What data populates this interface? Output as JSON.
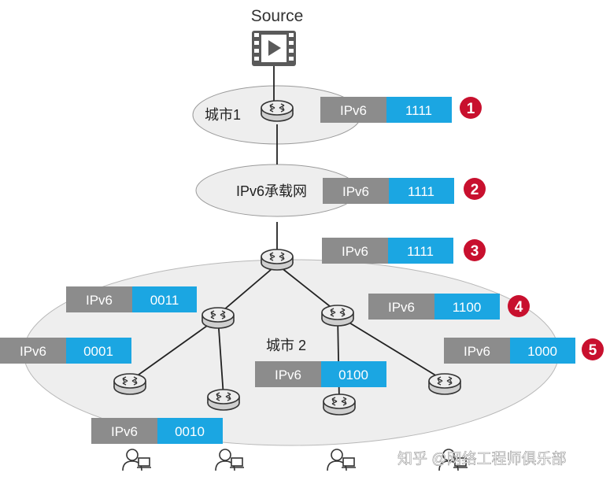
{
  "source_label": "Source",
  "regions": {
    "city1": "城市1",
    "backbone": "IPv6承载网",
    "city2": "城市 2"
  },
  "tags": [
    {
      "id": "tag-city1",
      "proto": "IPv6",
      "value": "1111",
      "step": "1"
    },
    {
      "id": "tag-backbone",
      "proto": "IPv6",
      "value": "1111",
      "step": "2"
    },
    {
      "id": "tag-city2-entry",
      "proto": "IPv6",
      "value": "1111",
      "step": "3"
    },
    {
      "id": "tag-right-branch",
      "proto": "IPv6",
      "value": "1100",
      "step": "4"
    },
    {
      "id": "tag-right-leaf",
      "proto": "IPv6",
      "value": "1000",
      "step": "5"
    },
    {
      "id": "tag-left-branch",
      "proto": "IPv6",
      "value": "0011",
      "step": ""
    },
    {
      "id": "tag-left-leaf",
      "proto": "IPv6",
      "value": "0001",
      "step": ""
    },
    {
      "id": "tag-middle-leaf",
      "proto": "IPv6",
      "value": "0100",
      "step": ""
    },
    {
      "id": "tag-left-bottom",
      "proto": "IPv6",
      "value": "0010",
      "step": ""
    }
  ],
  "watermark": "知乎 @网络工程师俱乐部",
  "colors": {
    "proto_box": "#8c8c8c",
    "value_box": "#1ba6e2",
    "step_badge": "#c8102e",
    "router_fill": "#e6e6e6",
    "router_stroke": "#333333"
  }
}
